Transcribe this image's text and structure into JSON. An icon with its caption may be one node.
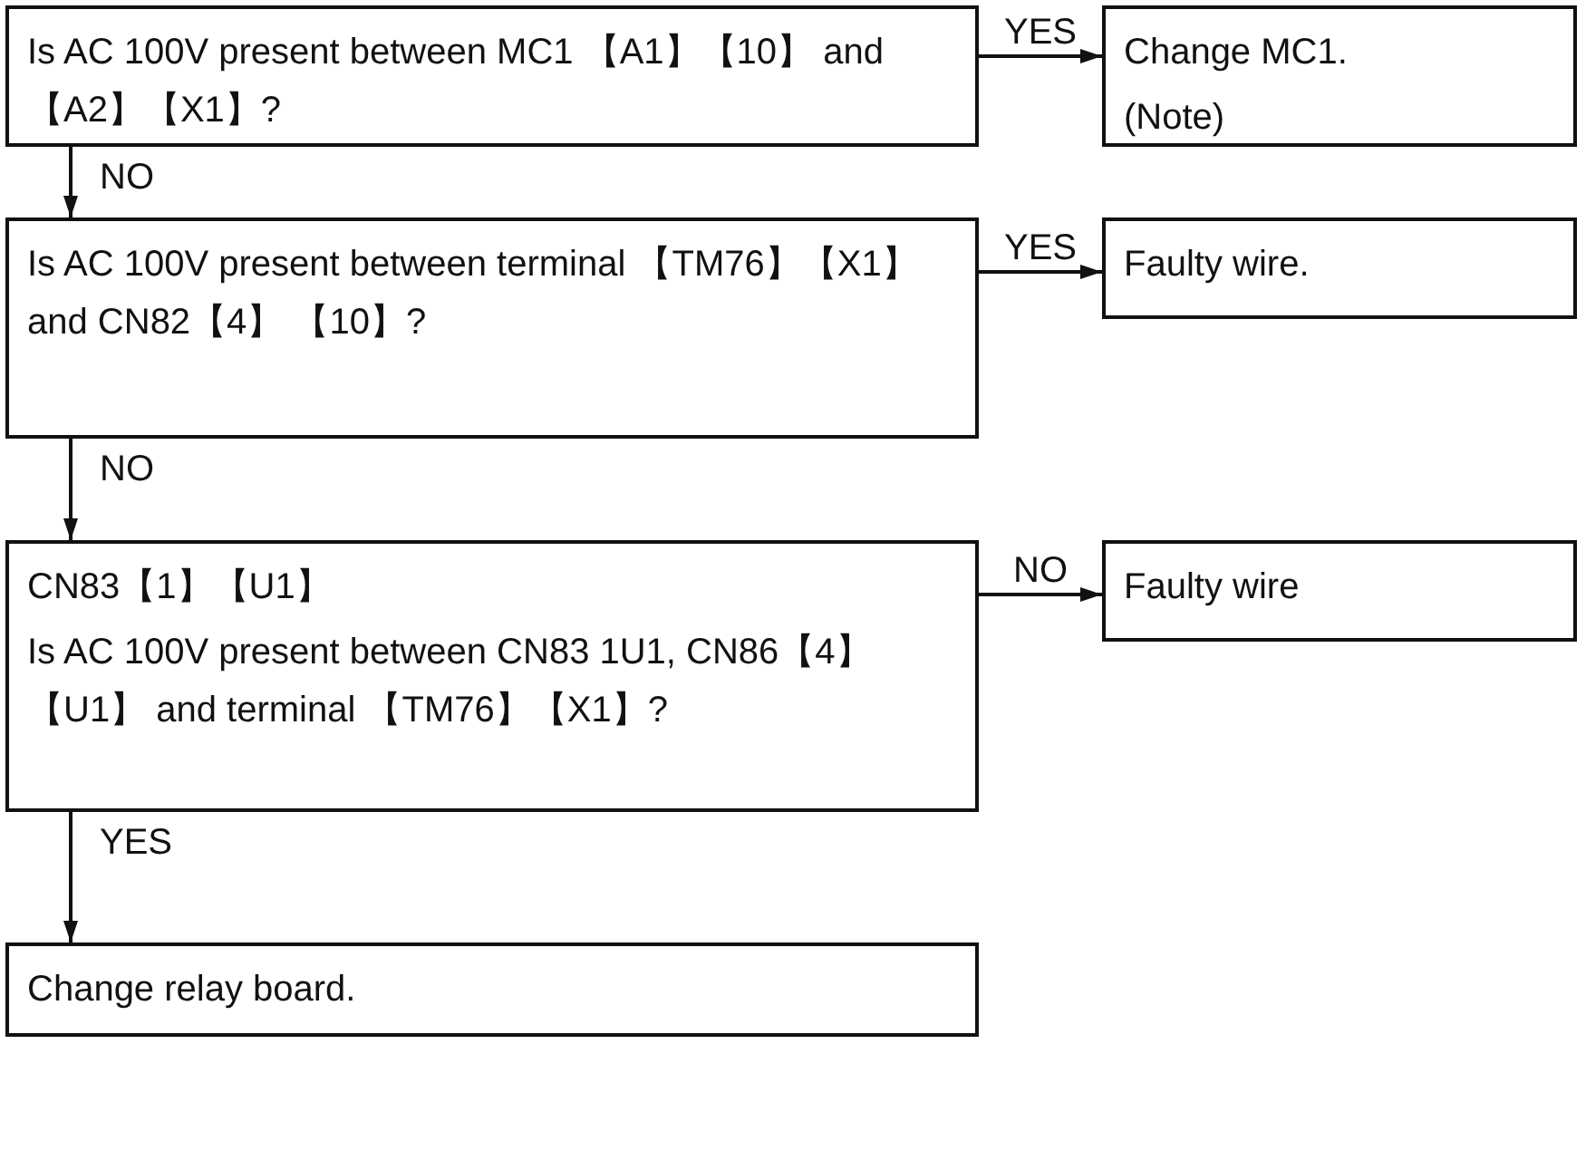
{
  "diagram": {
    "nodes": [
      {
        "text": [
          "Is AC 100V present between MC1 【A1】【10】 and 【A2】【X1】?"
        ]
      },
      {
        "text": [
          "Change MC1.",
          "(Note)"
        ]
      },
      {
        "text": [
          "Is AC 100V present between terminal 【TM76】【X1】 and CN82【4】 【10】?"
        ]
      },
      {
        "text": [
          "Faulty wire."
        ]
      },
      {
        "text": [
          "CN83【1】【U1】",
          "Is AC 100V present between CN83 1U1, CN86【4】【U1】 and terminal 【TM76】【X1】?"
        ]
      },
      {
        "text": [
          "Faulty wire"
        ]
      },
      {
        "text": [
          "Change relay board."
        ]
      }
    ],
    "edges": [
      {
        "from": 0,
        "to": 1,
        "arrow": "to",
        "label": "YES"
      },
      {
        "from": 0,
        "to": 2,
        "arrow": "to",
        "label": "NO"
      },
      {
        "from": 2,
        "to": 3,
        "arrow": "to",
        "label": "YES"
      },
      {
        "from": 2,
        "to": 4,
        "arrow": "to",
        "label": "NO"
      },
      {
        "from": 4,
        "to": 5,
        "arrow": "to",
        "label": "NO"
      },
      {
        "from": 4,
        "to": 6,
        "arrow": "to",
        "label": "YES"
      }
    ]
  }
}
